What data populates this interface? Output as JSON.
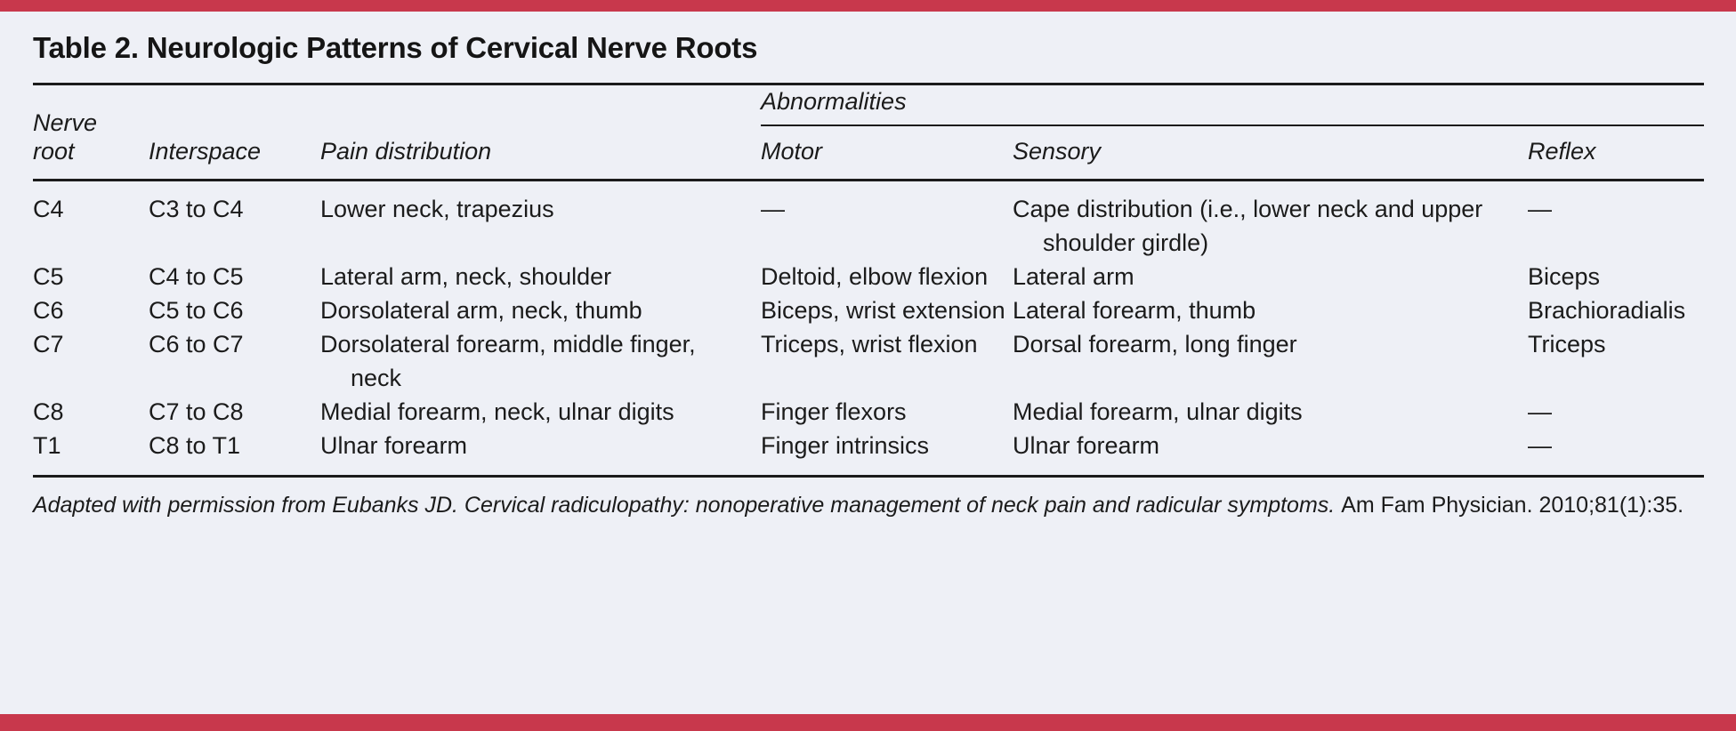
{
  "colors": {
    "accent_bar": "#c8384c",
    "background": "#eef0f6",
    "text": "#1b1b1b"
  },
  "table": {
    "title": "Table 2. Neurologic Patterns of Cervical Nerve Roots",
    "group_header": "Abnormalities",
    "columns": {
      "nerve_root_line1": "Nerve",
      "nerve_root_line2": "root",
      "interspace": "Interspace",
      "pain_distribution": "Pain distribution",
      "motor": "Motor",
      "sensory": "Sensory",
      "reflex": "Reflex"
    },
    "rows": [
      {
        "nerve_root": "C4",
        "interspace": "C3 to C4",
        "pain": "Lower neck, trapezius",
        "motor": "—",
        "sensory": "Cape distribution (i.e., lower neck and upper shoulder girdle)",
        "reflex": "—"
      },
      {
        "nerve_root": "C5",
        "interspace": "C4 to C5",
        "pain": "Lateral arm, neck, shoulder",
        "motor": "Deltoid, elbow flexion",
        "sensory": "Lateral arm",
        "reflex": "Biceps"
      },
      {
        "nerve_root": "C6",
        "interspace": "C5 to C6",
        "pain": "Dorsolateral arm, neck, thumb",
        "motor": "Biceps, wrist extension",
        "sensory": "Lateral forearm, thumb",
        "reflex": "Brachioradialis"
      },
      {
        "nerve_root": "C7",
        "interspace": "C6 to C7",
        "pain": "Dorsolateral forearm, middle finger, neck",
        "motor": "Triceps, wrist flexion",
        "sensory": "Dorsal forearm, long finger",
        "reflex": "Triceps"
      },
      {
        "nerve_root": "C8",
        "interspace": "C7 to C8",
        "pain": "Medial forearm, neck, ulnar digits",
        "motor": "Finger flexors",
        "sensory": "Medial forearm, ulnar digits",
        "reflex": "—"
      },
      {
        "nerve_root": "T1",
        "interspace": "C8 to T1",
        "pain": "Ulnar forearm",
        "motor": "Finger intrinsics",
        "sensory": "Ulnar forearm",
        "reflex": "—"
      }
    ],
    "footnote": {
      "italic_part": "Adapted with permission from Eubanks JD. Cervical radiculopathy: nonoperative management of neck pain and radicular symptoms.",
      "roman_part": "Am Fam Physician. 2010;81(1):35."
    }
  }
}
